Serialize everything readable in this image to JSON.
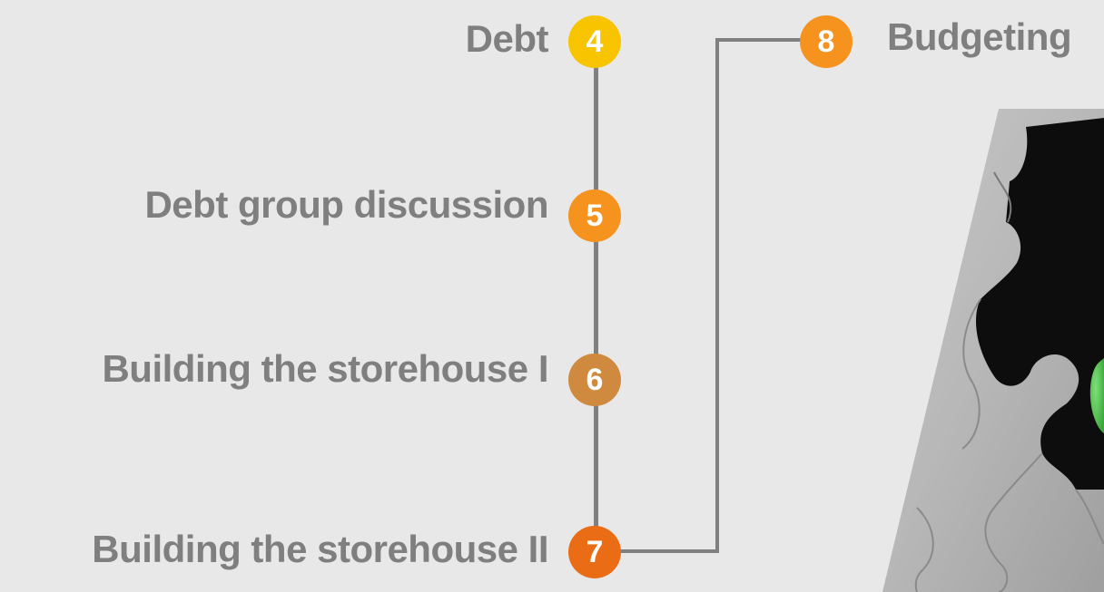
{
  "steps": [
    {
      "number": "4",
      "label": "Debt",
      "color": "#f8c400"
    },
    {
      "number": "5",
      "label": "Debt group discussion",
      "color": "#f6921e"
    },
    {
      "number": "6",
      "label": "Building the storehouse I",
      "color": "#d08a3f"
    },
    {
      "number": "7",
      "label": "Building the storehouse II",
      "color": "#ea6c14"
    },
    {
      "number": "8",
      "label": "Budgeting",
      "color": "#f6921e"
    }
  ],
  "colors": {
    "background": "#e8e8e8",
    "text": "#7f7f7f",
    "connector": "#808080"
  },
  "image": {
    "subject": "puzzle-piece-photo"
  }
}
